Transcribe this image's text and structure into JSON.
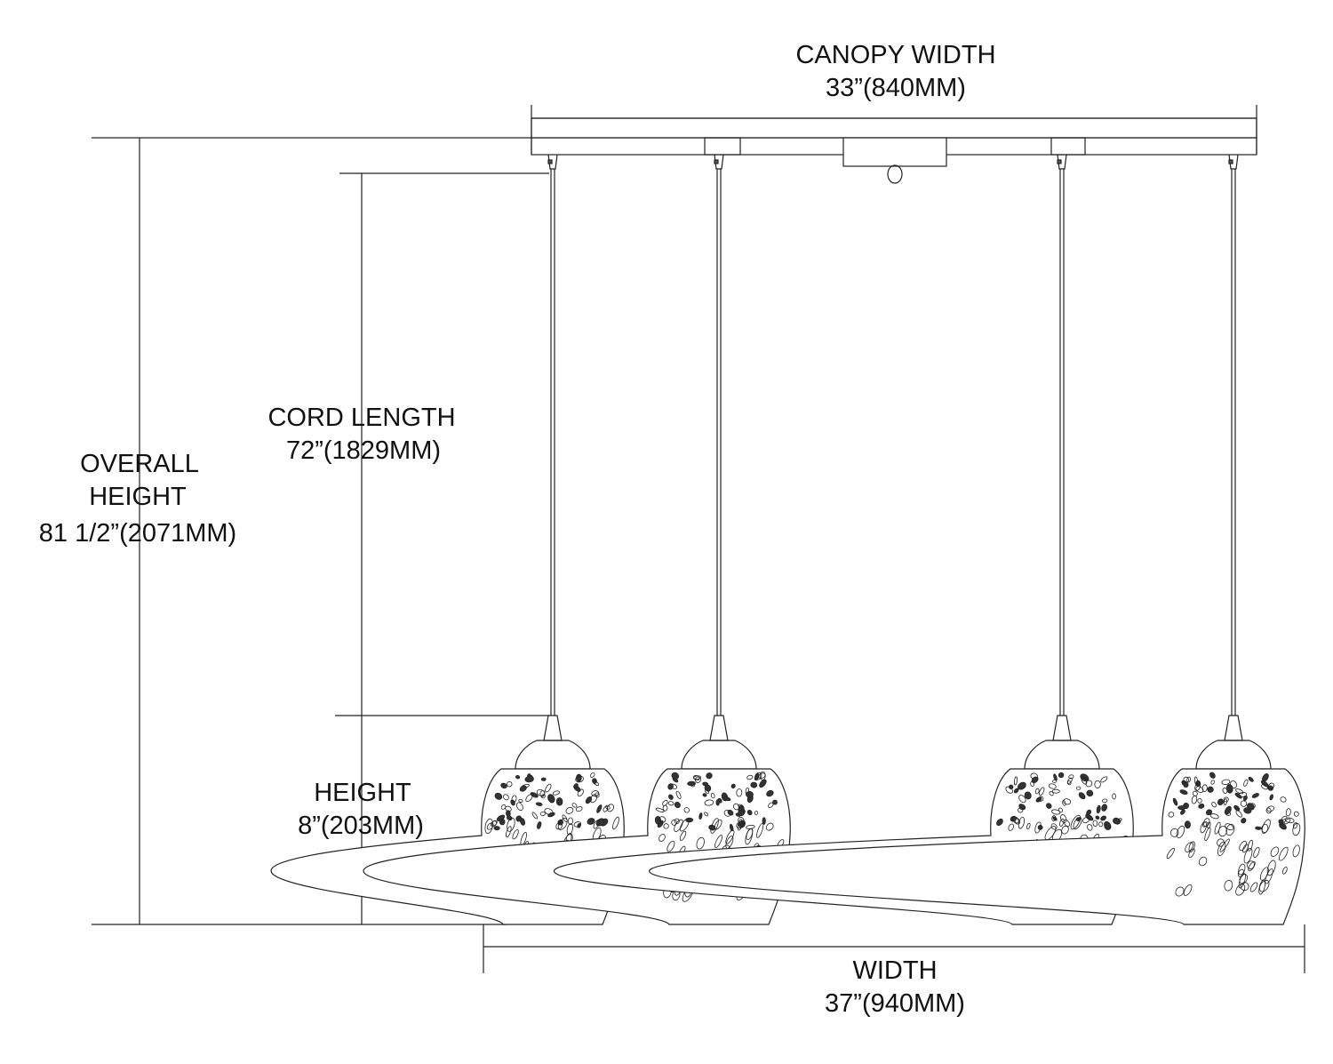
{
  "dimensions": {
    "canopy_width": {
      "label": "CANOPY WIDTH",
      "value": "33”(840MM)"
    },
    "cord_length": {
      "label": "CORD LENGTH",
      "value": "72”(1829MM)"
    },
    "overall_height": {
      "label_line1": "OVERALL",
      "label_line2": "HEIGHT",
      "value": "81 1/2”(2071MM)"
    },
    "height": {
      "label": "HEIGHT",
      "value": "8”(203MM)"
    },
    "width": {
      "label": "WIDTH",
      "value": "37”(940MM)"
    }
  },
  "pendant_count": 4
}
